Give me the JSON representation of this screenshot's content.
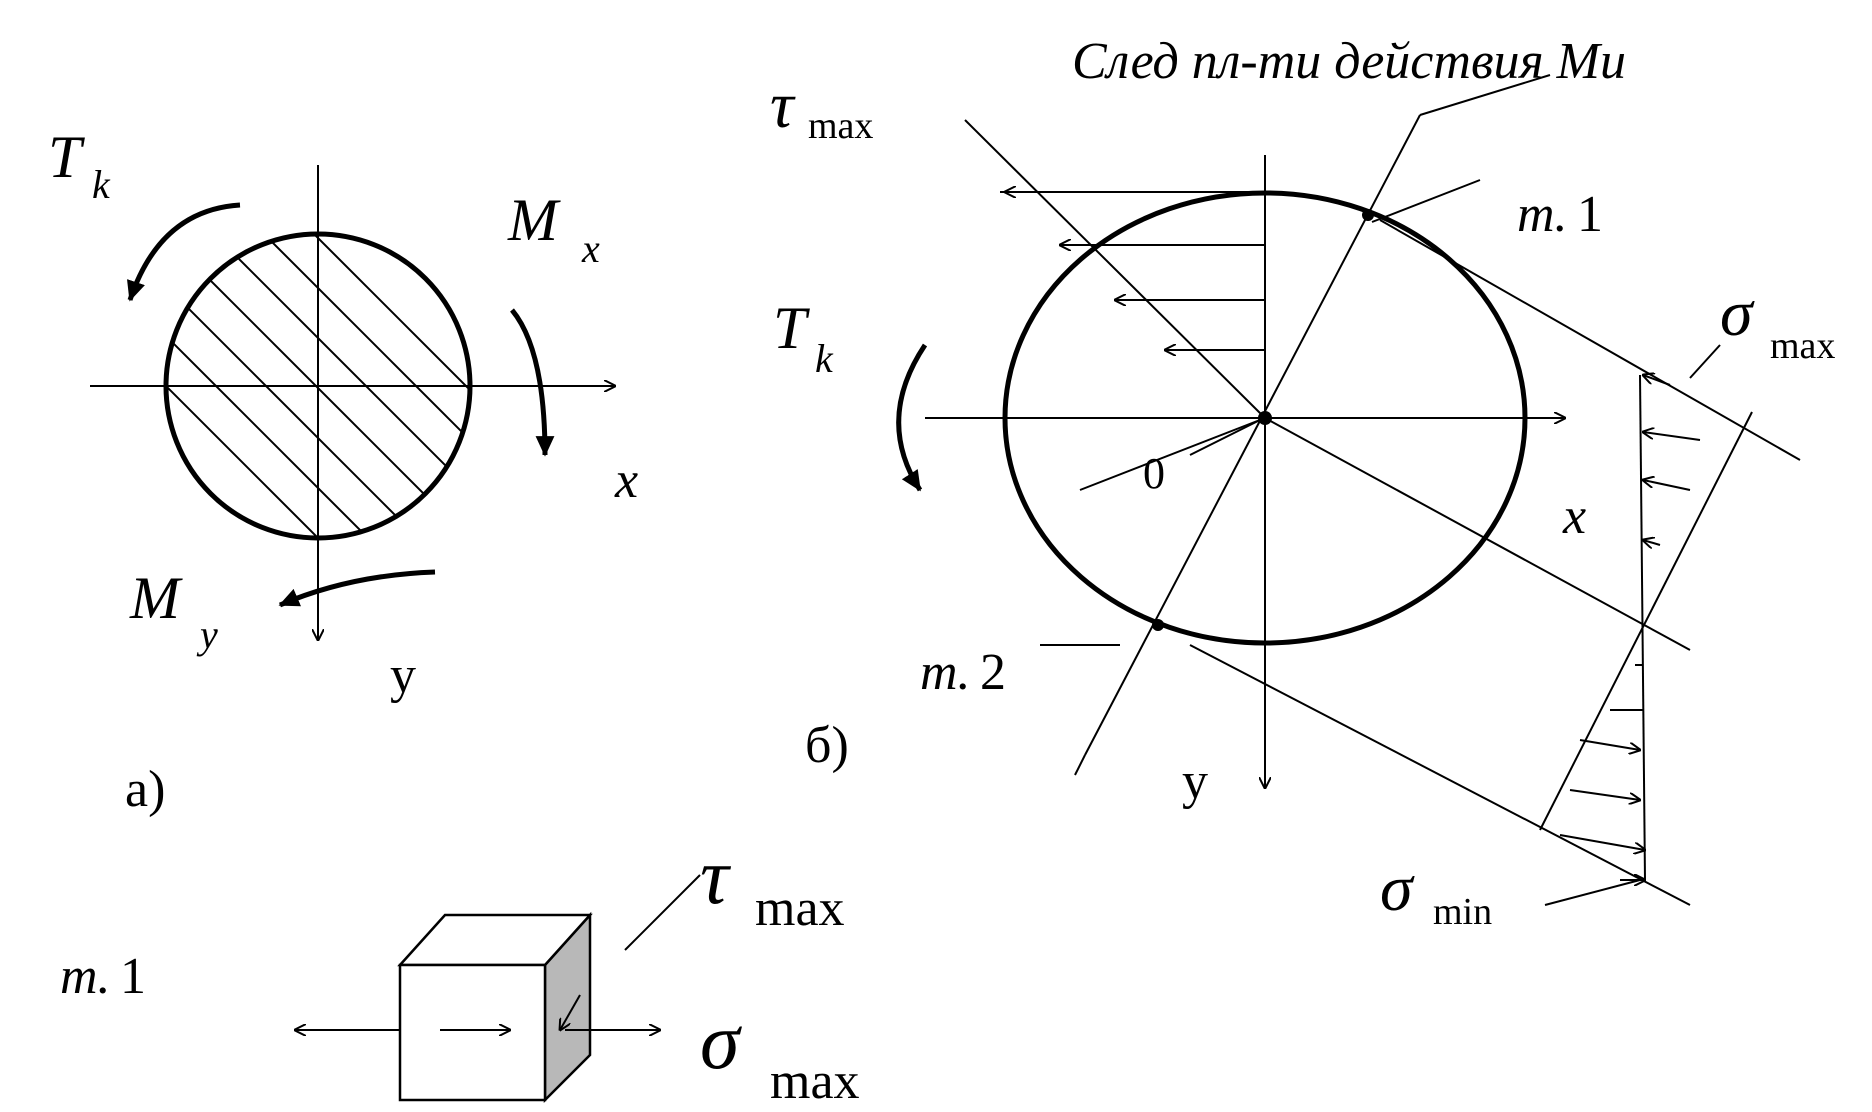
{
  "panel_a": {
    "caption": "а)",
    "torque": {
      "main": "T",
      "sub": "k"
    },
    "moment_x": {
      "main": "M",
      "sub": "x"
    },
    "moment_y": {
      "main": "M",
      "sub": "y"
    },
    "axis_x": "x",
    "axis_y": "y"
  },
  "panel_b": {
    "caption": "б)",
    "trace_label": "След пл-ти действия Mи",
    "tau_max": {
      "main": "τ",
      "sub": "max"
    },
    "sigma_max": {
      "main": "σ",
      "sub": "max"
    },
    "sigma_min": {
      "main": "σ",
      "sub": "min"
    },
    "torque": {
      "main": "T",
      "sub": "k"
    },
    "point1": {
      "main": "m.",
      "num": "1"
    },
    "point2": {
      "main": "m.",
      "num": "2"
    },
    "origin": "0",
    "axis_x": "x",
    "axis_y": "y"
  },
  "element": {
    "point": {
      "main": "m.",
      "num": "1"
    },
    "tau_max": {
      "main": "τ",
      "sub": "max"
    },
    "sigma_max": {
      "main": "σ",
      "sub": "max"
    },
    "face_color": "#b8b8b8"
  }
}
